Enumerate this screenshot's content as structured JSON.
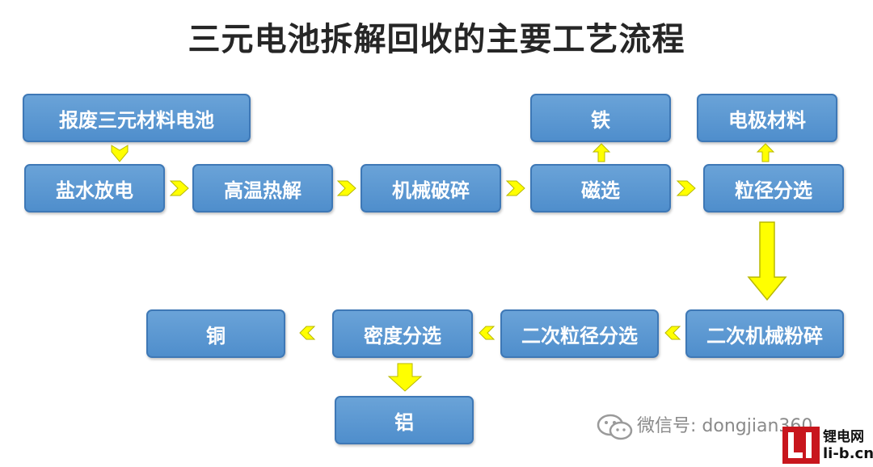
{
  "title": "三元电池拆解回收的主要工艺流程",
  "steps": {
    "scrap_battery": "报废三元材料电池",
    "salt_discharge": "盐水放电",
    "pyrolysis": "高温热解",
    "mech_crush": "机械破碎",
    "magnetic_sep": "磁选",
    "iron": "铁",
    "size_sep": "粒径分选",
    "electrode_material": "电极材料",
    "second_crush": "二次机械粉碎",
    "second_size_sep": "二次粒径分选",
    "density_sep": "密度分选",
    "copper": "铜",
    "aluminum": "铝"
  },
  "colors": {
    "box_fill": "#5b9bd5",
    "box_border": "#3e78b6",
    "arrow_fill": "#ffff00",
    "arrow_stroke": "#b8b800"
  },
  "watermark": {
    "icon": "wechat-icon",
    "text": "微信号: dongjian360"
  },
  "logo": {
    "mark": "LI",
    "cn": "锂电网",
    "en": "li-b.cn"
  }
}
